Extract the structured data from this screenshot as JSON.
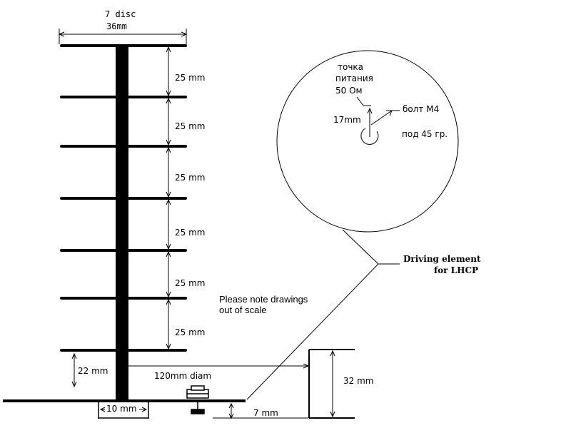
{
  "title": {
    "line1": "7 disc",
    "line2": "36mm"
  },
  "spacing_label": "25 mm",
  "bottom_gap_label": "22 mm",
  "boom_gap_label": "10 mm",
  "reflector_label": "120mm diam",
  "reflector_height_label": "32 mm",
  "reflector_offset_label": "7 mm",
  "note": {
    "line1": "Please note drawings",
    "line2": "out of scale"
  },
  "callout": {
    "line1": "Driving element",
    "line2": "for LHCP"
  },
  "feed": {
    "line1": "точка",
    "line2": "питания",
    "line3": "50 Ом",
    "offset_label": "17mm",
    "bolt_label": "болт M4",
    "angle_label": "под 45 гр."
  }
}
